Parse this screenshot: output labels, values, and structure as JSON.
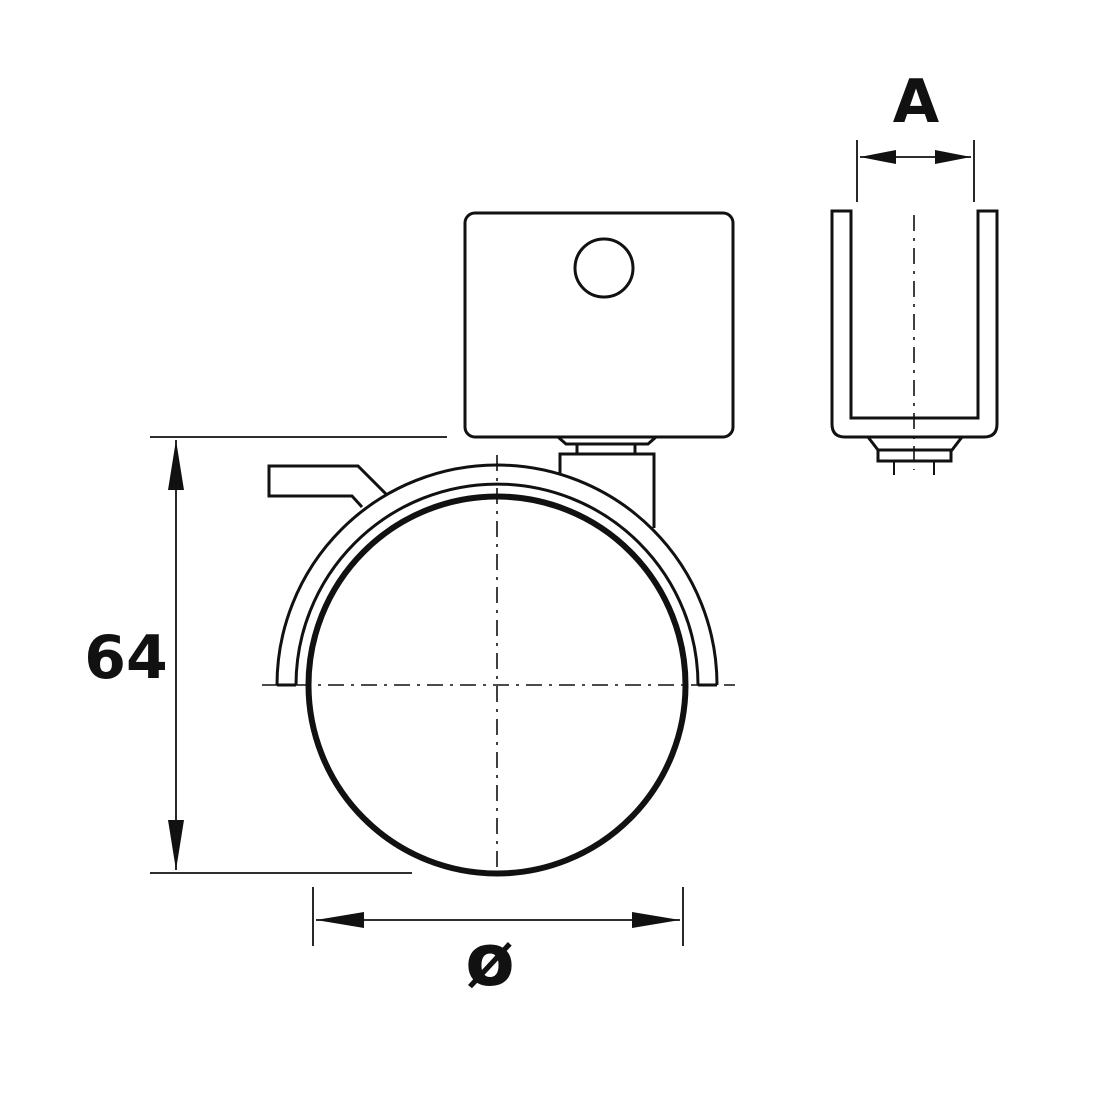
{
  "dimensions": {
    "height_label": "64",
    "diameter_label": "ø",
    "width_label": "A"
  },
  "colors": {
    "line": "#111111",
    "background": "#ffffff"
  }
}
